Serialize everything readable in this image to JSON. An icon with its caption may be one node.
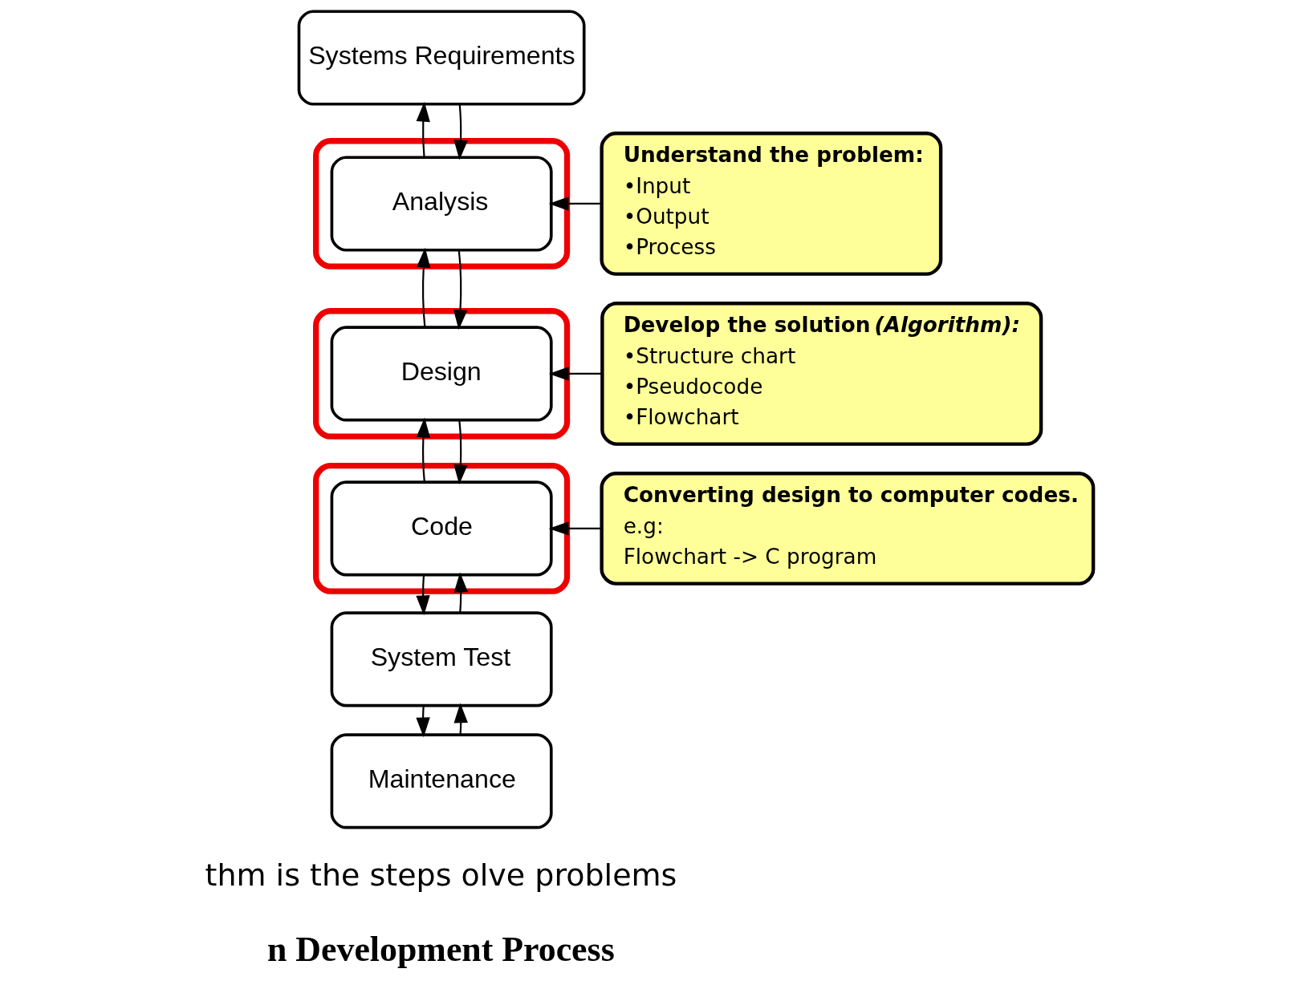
{
  "diagram": {
    "nodes": [
      {
        "text": [
          "Systems Requirements"
        ]
      },
      {
        "text": [],
        "shape": "ellipse"
      },
      {
        "text": [
          "Analysis"
        ],
        "in": 1
      },
      {
        "text": [],
        "shape": "ellipse"
      },
      {
        "text": [
          "Design"
        ],
        "in": 3
      },
      {
        "text": [],
        "shape": "ellipse"
      },
      {
        "text": [
          "Code"
        ],
        "in": 5
      },
      {
        "text": [
          "System Test"
        ]
      },
      {
        "text": [
          "Maintenance"
        ]
      },
      {
        "text": [
          "Understand the problem:",
          "•Input",
          "•Output",
          "•Process"
        ]
      },
      {
        "text": [
          "Develop the solution *(Algorithm):*",
          "•Structure chart",
          "•Pseudocode",
          "•Flowchart"
        ]
      },
      {
        "text": [
          "Converting design to computer codes.",
          "e.g:",
          "Flowchart -> C program"
        ]
      }
    ],
    "edges": [
      {
        "from": 0,
        "to": 2,
        "arrow": "to"
      },
      {
        "from": 2,
        "to": 0,
        "arrow": "to"
      },
      {
        "from": 2,
        "to": 4,
        "arrow": "to"
      },
      {
        "from": 4,
        "to": 2,
        "arrow": "to"
      },
      {
        "from": 4,
        "to": 6,
        "arrow": "to"
      },
      {
        "from": 6,
        "to": 4,
        "arrow": "to"
      },
      {
        "from": 6,
        "to": 7,
        "arrow": "to"
      },
      {
        "from": 7,
        "to": 6,
        "arrow": "to"
      },
      {
        "from": 7,
        "to": 8,
        "arrow": "to"
      },
      {
        "from": 8,
        "to": 7,
        "arrow": "to"
      },
      {
        "from": 9,
        "to": 2,
        "arrow": "to"
      },
      {
        "from": 10,
        "to": 4,
        "arrow": "to"
      },
      {
        "from": 11,
        "to": 6,
        "arrow": "to"
      }
    ],
    "labels": [
      "thm is the steps olve problems",
      "n Development Process"
    ]
  }
}
